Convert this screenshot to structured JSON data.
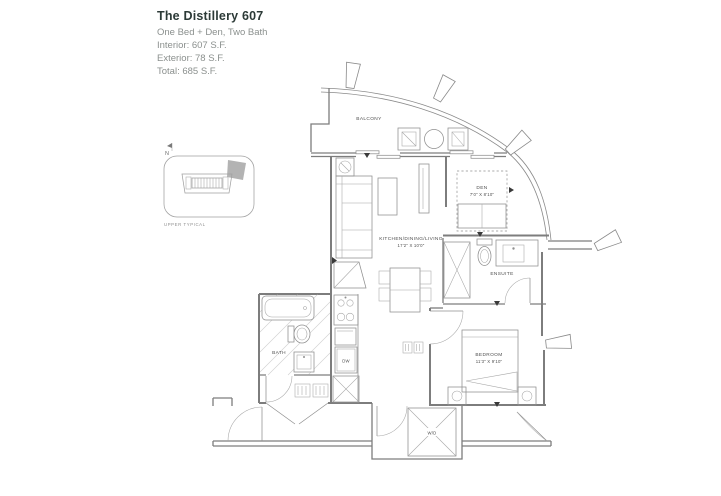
{
  "title_block": {
    "title": "The Distillery 607",
    "subtitle": "One Bed + Den, Two Bath",
    "interior": "Interior: 607 S.F.",
    "exterior": "Exterior: 78 S.F.",
    "total": "Total: 685 S.F."
  },
  "key_plan": {
    "compass": "N",
    "caption": "UPPER TYPICAL"
  },
  "rooms": {
    "balcony": "BALCONY",
    "den": "DEN",
    "den_dims": "7'0\" X 8'10\"",
    "kitchen": "KITCHEN/DINING/LIVING",
    "kitchen_dims": "17'2\" X 10'0\"",
    "ensuite": "ENSUITE",
    "bath": "BATH",
    "bedroom": "BEDROOM",
    "bedroom_dims": "11'3\" X 9'10\"",
    "dishwasher": "DW",
    "washer_dryer": "W/D"
  },
  "colors": {
    "wall_line": "#7d7d7d",
    "fixture_line": "#8f8f8f",
    "plan_text": "#4f4f4f",
    "highlight_unit_fill": "#b3b3b3",
    "title_text": "#2c3a37",
    "subtitle_text": "#8b908e"
  }
}
